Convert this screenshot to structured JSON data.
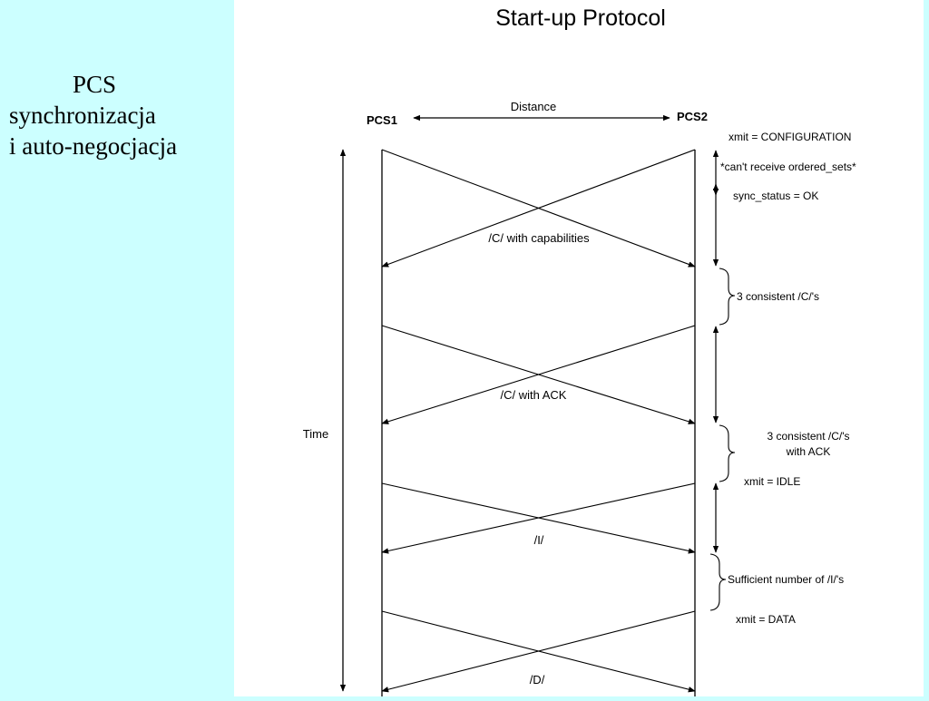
{
  "slide": {
    "heading_lines": [
      "PCS",
      "synchronizacja",
      "i auto-negocjacja"
    ]
  },
  "diagram": {
    "title": "Start-up Protocol",
    "endpoint_left": "PCS1",
    "endpoint_right": "PCS2",
    "distance_label": "Distance",
    "time_label": "Time",
    "exchanges": [
      {
        "label": "/C/ with capabilities"
      },
      {
        "label": "/C/ with ACK"
      },
      {
        "label": "/I/"
      },
      {
        "label": "/D/"
      }
    ],
    "annotations": {
      "xmit_configuration": "xmit = CONFIGURATION",
      "cant_receive": "*can't receive ordered_sets*",
      "sync_status": "sync_status = OK",
      "consistent_c": "3 consistent /C/'s",
      "consistent_c_ack_line1": "3 consistent /C/'s",
      "consistent_c_ack_line2": "with ACK",
      "xmit_idle": "xmit = IDLE",
      "sufficient_i": "Sufficient number of /I/'s",
      "xmit_data": "xmit = DATA"
    }
  }
}
